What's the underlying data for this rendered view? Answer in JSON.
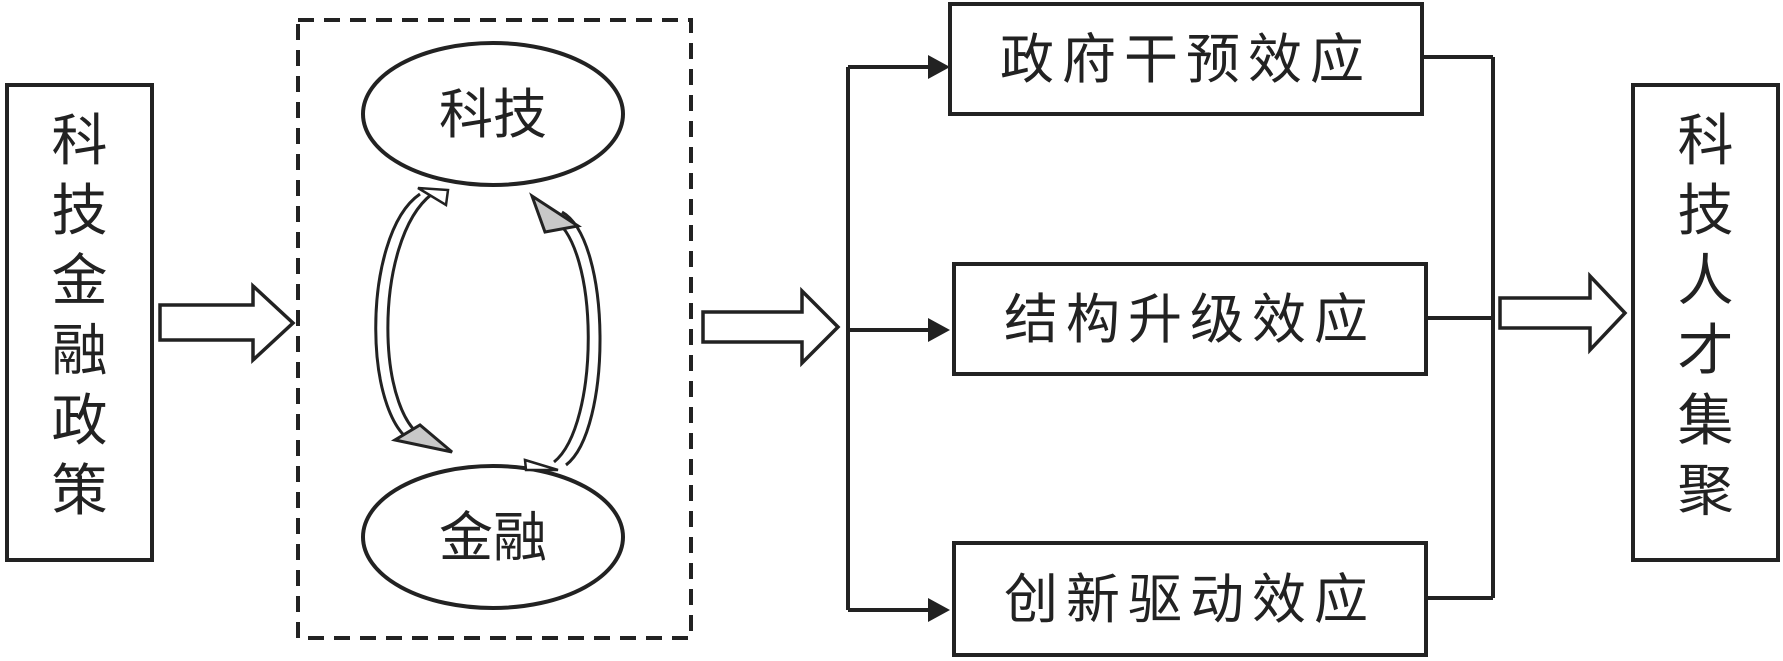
{
  "input_box": {
    "chars": [
      "科",
      "技",
      "金",
      "融",
      "政",
      "策"
    ]
  },
  "middle_group": {
    "top_node": "科技",
    "bottom_node": "金融"
  },
  "effects": [
    {
      "label": "政府干预效应"
    },
    {
      "label": "结构升级效应"
    },
    {
      "label": "创新驱动效应"
    }
  ],
  "output_box": {
    "chars": [
      "科",
      "技",
      "人",
      "才",
      "集",
      "聚"
    ]
  },
  "colors": {
    "stroke": "#222222",
    "arrow_fill": "#ffffff",
    "bidirectional_arrow_shade": "#c8c8c8"
  }
}
